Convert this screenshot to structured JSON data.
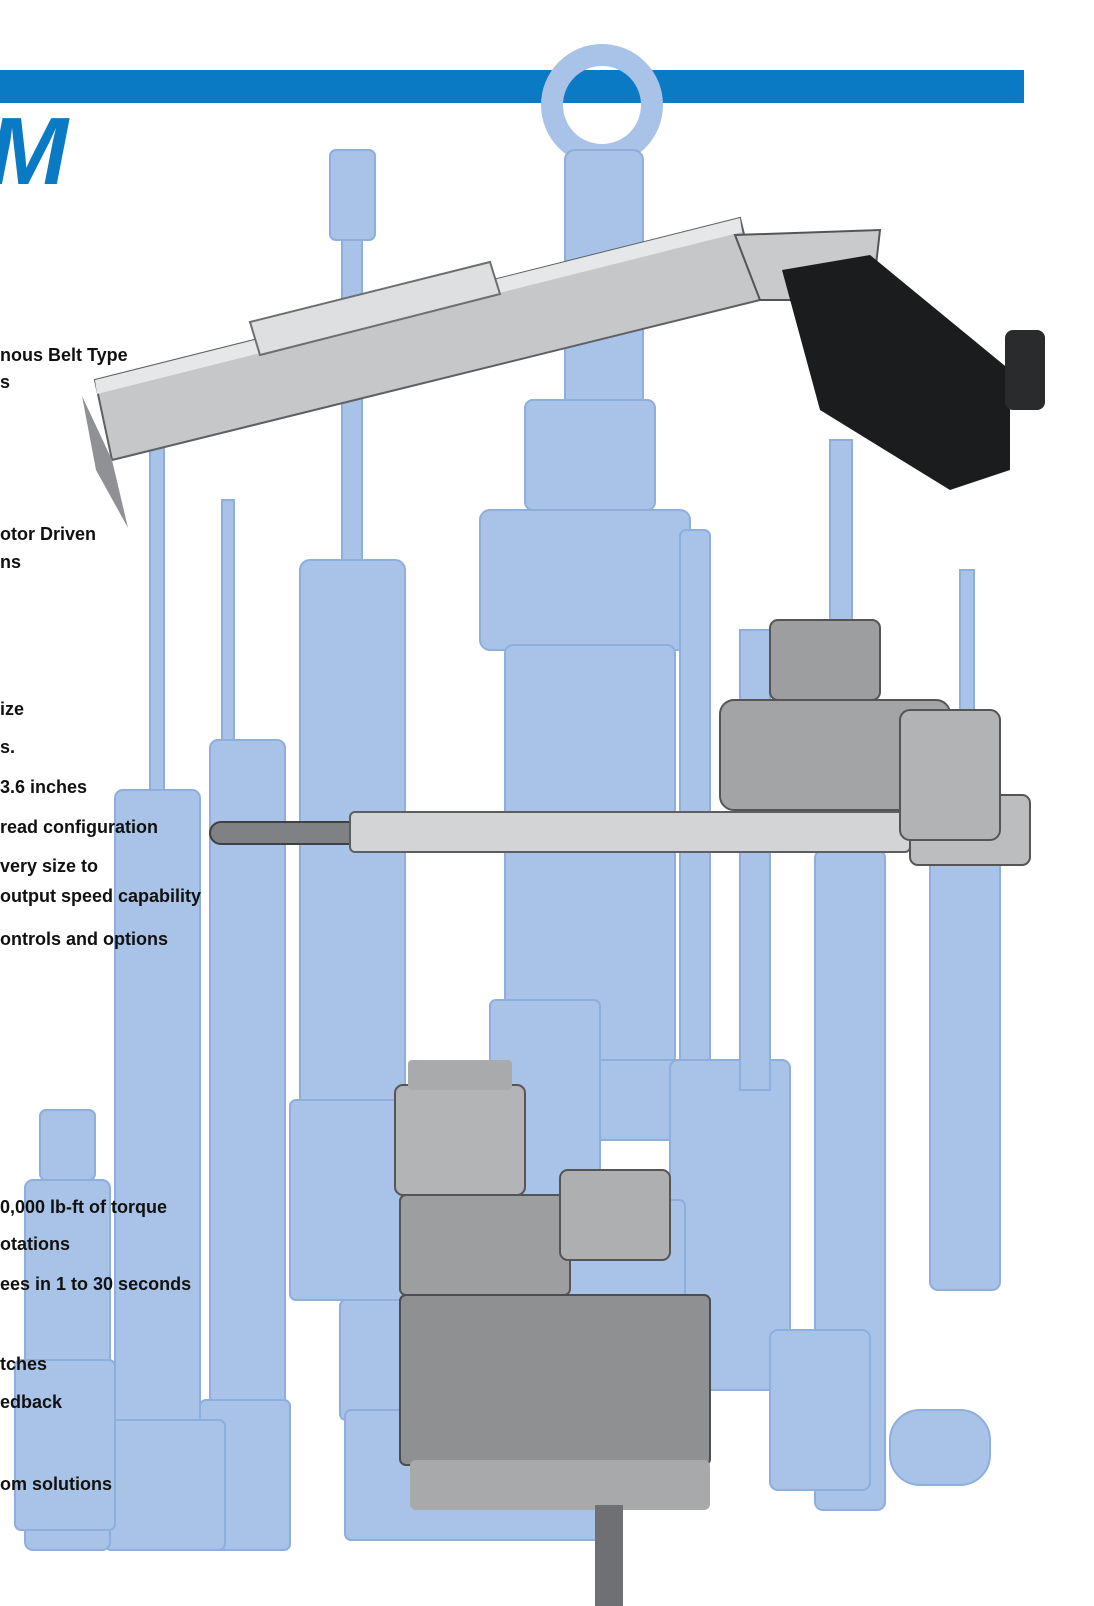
{
  "header": {
    "logo_fragment": "M"
  },
  "sections": {
    "belt": {
      "lines": [
        "nous Belt Type",
        "s"
      ]
    },
    "motor": {
      "lines": [
        "otor Driven",
        "ns"
      ]
    },
    "linear": {
      "lines": [
        "ize",
        "s.",
        "3.6 inches",
        "read configuration",
        "very size to",
        "output speed capability",
        "ontrols and options"
      ]
    },
    "rotary": {
      "lines": [
        "0,000 lb-ft of torque",
        "otations",
        "ees in 1 to 30 seconds",
        "tches",
        "edback",
        "om solutions"
      ]
    }
  },
  "colors": {
    "accent_blue": "#0a7ac4",
    "ghost_blue": "#a9c3e8",
    "ghost_blue_dark": "#8eaedc",
    "text": "#111111"
  },
  "icons": {
    "product_photo": "actuator-collage-illustration"
  }
}
